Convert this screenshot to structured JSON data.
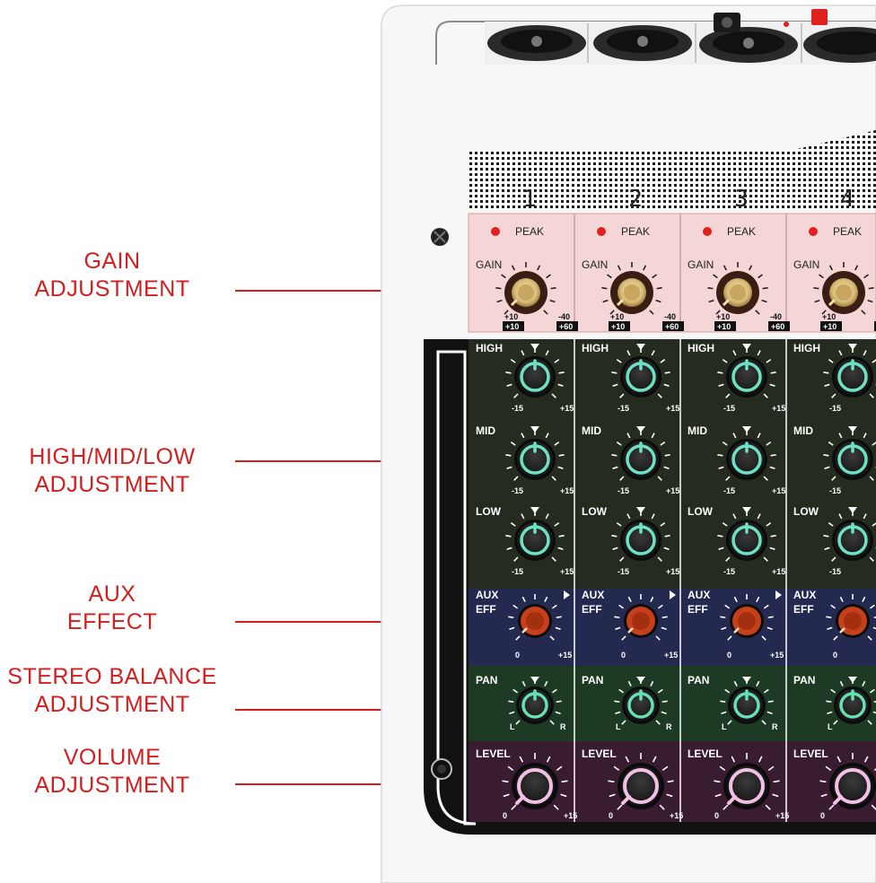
{
  "callouts": {
    "gain": {
      "line1": "GAIN",
      "line2": "ADJUSTMENT"
    },
    "eq": {
      "line1": "HIGH/MID/LOW",
      "line2": "ADJUSTMENT"
    },
    "aux": {
      "line1": "AUX",
      "line2": "EFFECT"
    },
    "pan": {
      "line1": "STEREO BALANCE",
      "line2": "ADJUSTMENT"
    },
    "volume": {
      "line1": "VOLUME",
      "line2": "ADJUSTMENT"
    }
  },
  "mixer": {
    "channels": [
      "1",
      "2",
      "3",
      "4"
    ],
    "labels": {
      "peak": "PEAK",
      "gain": "GAIN",
      "high": "HIGH",
      "mid": "MID",
      "low": "LOW",
      "aux": "AUX",
      "eff": "EFF",
      "pan": "PAN",
      "level": "LEVEL"
    },
    "ticks": {
      "gain_left": "+10",
      "gain_right": "-40",
      "gain_box_left": "+10",
      "gain_box_right": "+60",
      "eq_min": "-15",
      "eq_max": "+15",
      "aux_min": "0",
      "aux_max": "+15",
      "pan_left": "L",
      "pan_right": "R",
      "level_min": "0",
      "level_max": "+15"
    },
    "colors": {
      "gain_section": "#f4d6d6",
      "eq_section": "#262b1f",
      "aux_section": "#242a4f",
      "pan_section": "#1c3a24",
      "level_section": "#3a1c30",
      "eq_knob_ring": "#6ee0c4",
      "aux_knob": "#c6401c",
      "pan_knob_ring": "#66e0b0",
      "level_knob_ring": "#f2c0e6",
      "peak_led": "#e0201c",
      "callout_text": "#d41d1d"
    }
  }
}
